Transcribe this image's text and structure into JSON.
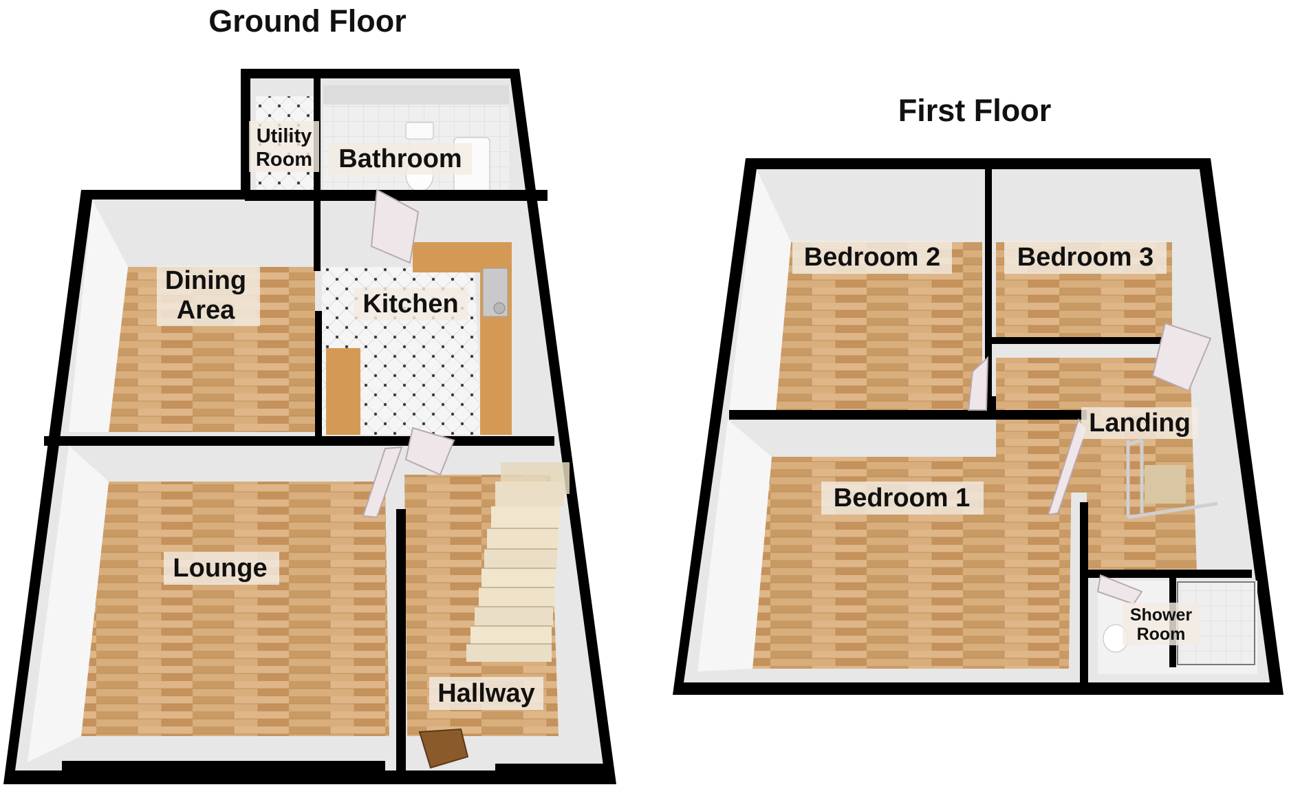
{
  "floors": [
    {
      "title": "Ground Floor",
      "rooms": [
        "Utility Room",
        "Bathroom",
        "Dining Area",
        "Kitchen",
        "Lounge",
        "Hallway"
      ]
    },
    {
      "title": "First Floor",
      "rooms": [
        "Bedroom 2",
        "Bedroom 3",
        "Landing",
        "Bedroom 1",
        "Shower Room"
      ]
    }
  ],
  "labels": {
    "utility_l1": "Utility",
    "utility_l2": "Room",
    "bathroom": "Bathroom",
    "dining_l1": "Dining",
    "dining_l2": "Area",
    "kitchen": "Kitchen",
    "lounge": "Lounge",
    "hallway": "Hallway",
    "bedroom2": "Bedroom 2",
    "bedroom3": "Bedroom 3",
    "landing": "Landing",
    "bedroom1": "Bedroom 1",
    "shower_l1": "Shower",
    "shower_l2": "Room"
  },
  "colors": {
    "wall_outer": "#000000",
    "wall_inner": "#e6e6e6",
    "wood_floor": "#d1a573",
    "tile_floor": "#f4f4f4",
    "worktop": "#d59a52",
    "door": "#efe7ea"
  }
}
